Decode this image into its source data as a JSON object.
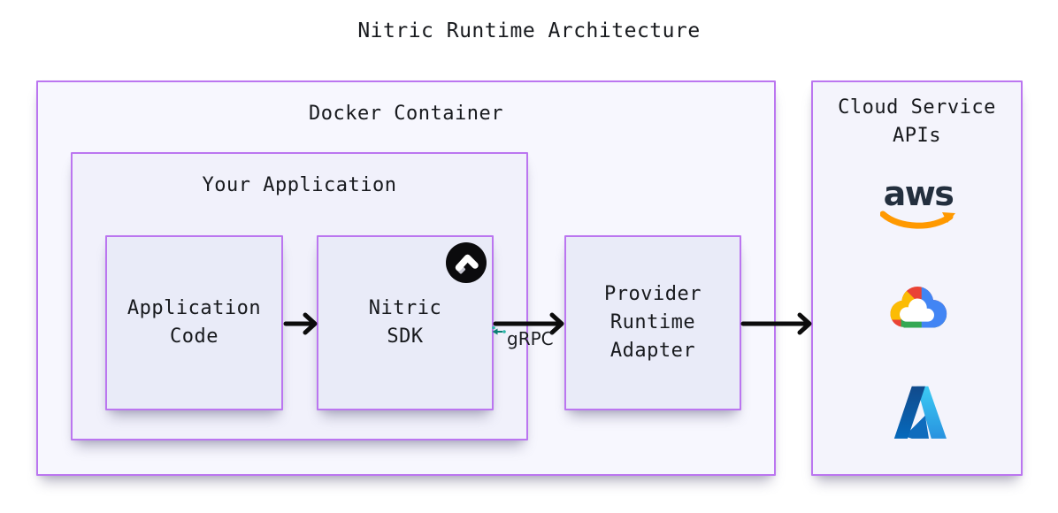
{
  "title": "Nitric Runtime Architecture",
  "docker": {
    "label": "Docker Container"
  },
  "app": {
    "label": "Your Application"
  },
  "nodes": {
    "application_code": {
      "label": "Application\nCode"
    },
    "nitric_sdk": {
      "label": "Nitric\nSDK"
    },
    "provider_adapter": {
      "label": "Provider\nRuntime\nAdapter"
    }
  },
  "edges": {
    "grpc_label": "gRPC"
  },
  "cloud": {
    "label": "Cloud Service\nAPIs",
    "providers": [
      {
        "name": "aws",
        "wordmark": "aws"
      },
      {
        "name": "google-cloud"
      },
      {
        "name": "azure"
      }
    ]
  },
  "colors": {
    "box_border": "#bb76f0",
    "docker_fill": "#f7f7fe",
    "your_app_fill": "#f1f1fb",
    "node_fill": "#e9ebf8",
    "cloud_fill": "#f4f4fc",
    "arrow": "#0c0c0c",
    "grpc_teal": "#0a7f74",
    "grpc_dot": "#2bb6a8",
    "aws_text": "#232f3e",
    "aws_smile": "#ff9900",
    "gcp_red": "#ea4335",
    "gcp_yellow": "#fbbc05",
    "gcp_green": "#34a853",
    "gcp_blue": "#4285f4",
    "azure_dark": "#114a8b",
    "azure_mid": "#0078d4",
    "azure_light": "#3ccbf4",
    "nitric_black": "#0b0b0d"
  }
}
